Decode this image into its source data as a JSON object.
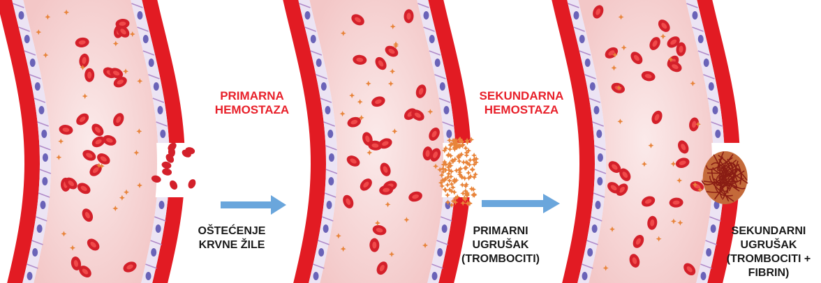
{
  "colors": {
    "vessel_wall": "#e21b23",
    "vessel_wall_dark": "#b3121a",
    "endothelium_fill": "#ece4f4",
    "endothelium_line": "#b08ac8",
    "nucleus": "#6a63b8",
    "lumen": "#f6d3d3",
    "lumen_center": "#fbeaea",
    "red_cell": "#d3202a",
    "red_cell_center": "#f04a4a",
    "platelet": "#e8843a",
    "fibrin": "#8a1d14",
    "arrow": "#6aa6dc",
    "process_label": "#e8202a",
    "stage_label": "#1a1a1a"
  },
  "processes": [
    {
      "line1": "PRIMARNA",
      "line2": "HEMOSTAZA"
    },
    {
      "line1": "SEKUNDARNA",
      "line2": "HEMOSTAZA"
    }
  ],
  "stages": [
    {
      "lines": [
        "OŠTEĆENJE",
        "KRVNE ŽILE"
      ]
    },
    {
      "lines": [
        "PRIMARNI",
        "UGRUŠAK",
        "(TROMBOCITI)"
      ]
    },
    {
      "lines": [
        "SEKUNDARNI",
        "UGRUŠAK",
        "(TROMBOCITI +",
        "FIBRIN)"
      ]
    }
  ]
}
